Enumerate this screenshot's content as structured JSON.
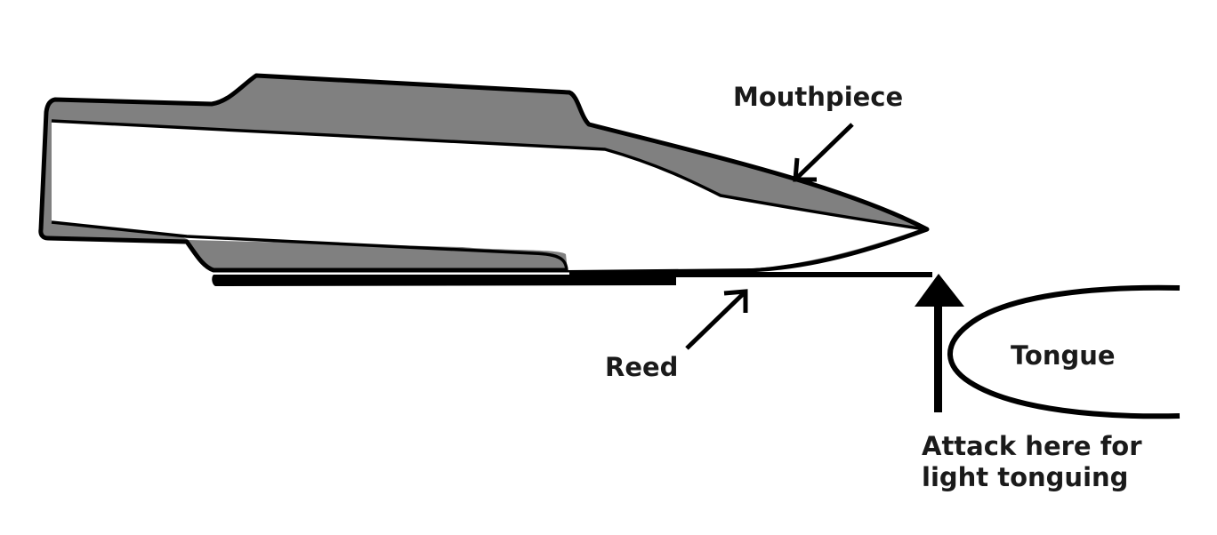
{
  "diagram": {
    "labels": {
      "mouthpiece": "Mouthpiece",
      "reed": "Reed",
      "tongue": "Tongue",
      "attack_line1": "Attack here for",
      "attack_line2": "light tonguing"
    },
    "colors": {
      "background": "#ffffff",
      "mouthpiece_fill": "#808080",
      "outline": "#000000",
      "text": "#1a1a1a"
    }
  }
}
